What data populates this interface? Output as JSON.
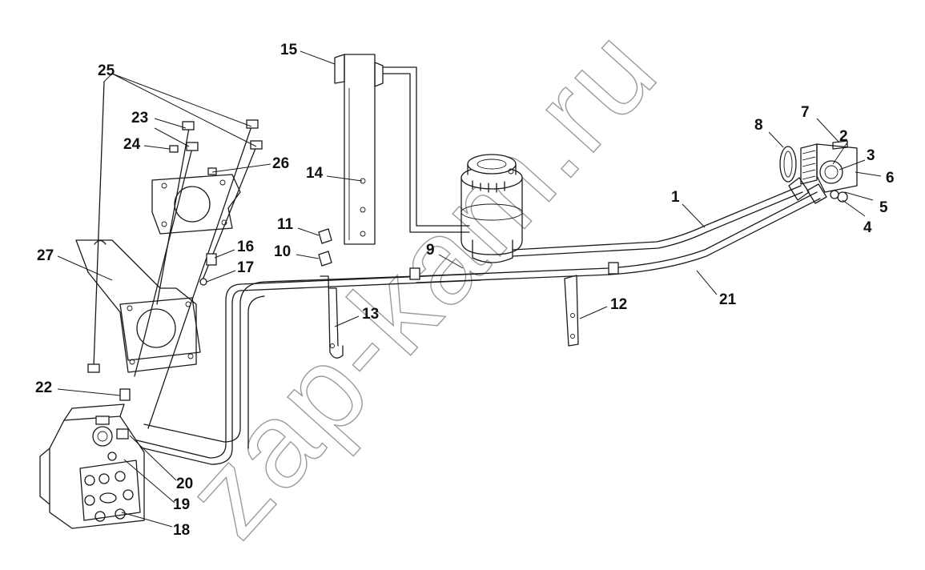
{
  "watermark": "zap-kam.ru",
  "callouts": [
    {
      "id": "1",
      "text": "1"
    },
    {
      "id": "2",
      "text": "2"
    },
    {
      "id": "3",
      "text": "3"
    },
    {
      "id": "4",
      "text": "4"
    },
    {
      "id": "5",
      "text": "5"
    },
    {
      "id": "6",
      "text": "6"
    },
    {
      "id": "7",
      "text": "7"
    },
    {
      "id": "8",
      "text": "8"
    },
    {
      "id": "9",
      "text": "9"
    },
    {
      "id": "10",
      "text": "10"
    },
    {
      "id": "11",
      "text": "11"
    },
    {
      "id": "12",
      "text": "12"
    },
    {
      "id": "13",
      "text": "13"
    },
    {
      "id": "14",
      "text": "14"
    },
    {
      "id": "15",
      "text": "15"
    },
    {
      "id": "16",
      "text": "16"
    },
    {
      "id": "17",
      "text": "17"
    },
    {
      "id": "18",
      "text": "18"
    },
    {
      "id": "19",
      "text": "19"
    },
    {
      "id": "20",
      "text": "20"
    },
    {
      "id": "21",
      "text": "21"
    },
    {
      "id": "22",
      "text": "22"
    },
    {
      "id": "23",
      "text": "23"
    },
    {
      "id": "24",
      "text": "24"
    },
    {
      "id": "25",
      "text": "25"
    },
    {
      "id": "26",
      "text": "26"
    },
    {
      "id": "27",
      "text": "27"
    }
  ]
}
